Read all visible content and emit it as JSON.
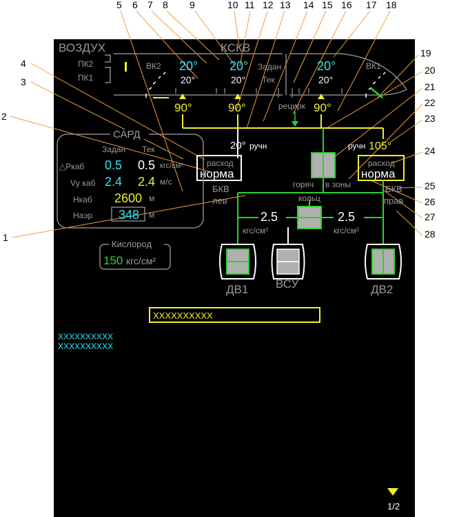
{
  "page": {
    "title": "ВОЗДУХ",
    "ksv_title": "КСКВ",
    "page_indicator": "1/2"
  },
  "callouts": [
    "1",
    "2",
    "3",
    "4",
    "5",
    "6",
    "7",
    "8",
    "9",
    "10",
    "11",
    "12",
    "13",
    "14",
    "15",
    "16",
    "17",
    "18",
    "19",
    "20",
    "21",
    "22",
    "23",
    "24",
    "25",
    "26",
    "27",
    "28"
  ],
  "pk": {
    "pk2": "ПК2",
    "pk1": "ПК1",
    "vk2": "ВК2",
    "vk1": "ВК1"
  },
  "temps": {
    "left_set": "20°",
    "left_cur": "20°",
    "left_valve": "90°",
    "mid_set": "20°",
    "mid_cur": "20°",
    "mid_valve": "90°",
    "mid_set_label": "Задан",
    "mid_cur_label": "Тек",
    "right_set": "20°",
    "right_cur": "20°",
    "right_valve": "90°",
    "recirc": "рецирк",
    "mix_temp": "20°",
    "mix_mode": "ручн",
    "right_mode": "ручн",
    "right_temp": "105°"
  },
  "flow": {
    "left_label": "расход",
    "left_value": "норма",
    "right_label": "расход",
    "right_value": "норма",
    "hot": "горяч",
    "to_zones": "в зоны"
  },
  "bkv": {
    "left": "БКВ",
    "left_sub": "лев",
    "right": "БКВ",
    "right_sub": "прав",
    "ring": "кольц",
    "left_pressure": "2.5",
    "right_pressure": "2.5",
    "unit_left": "кгс/см²",
    "unit_right": "кгс/см²"
  },
  "engines": {
    "dv1": "ДВ1",
    "vsu": "ВСУ",
    "dv2": "ДВ2"
  },
  "sard": {
    "title": "САРД",
    "col_set": "Задан",
    "col_cur": "Тек",
    "rows": [
      {
        "label": "△Ркаб",
        "set": "0.5",
        "cur": "0.5",
        "unit": "кгс/см²"
      },
      {
        "label": "Vу каб",
        "set": "2.4",
        "cur": "2.4",
        "unit": "м/с"
      },
      {
        "label": "Нкаб",
        "set": "2600",
        "cur": "",
        "unit": "м"
      },
      {
        "label": "Наэр",
        "set": "348",
        "cur": "",
        "unit": "м"
      }
    ]
  },
  "oxygen": {
    "title": "Кислород",
    "value": "150",
    "unit": "кгс/см²"
  },
  "messages": {
    "box": "XXXXXXXXXX",
    "line1": "XXXXXXXXXX",
    "line2": "XXXXXXXXXX"
  },
  "colors": {
    "background": "#000000",
    "cyan": "#2ee6f0",
    "yellow": "#f2ef2a",
    "green": "#2fd12f",
    "gray": "#9a9a9a",
    "leader": "#f0a03c"
  }
}
